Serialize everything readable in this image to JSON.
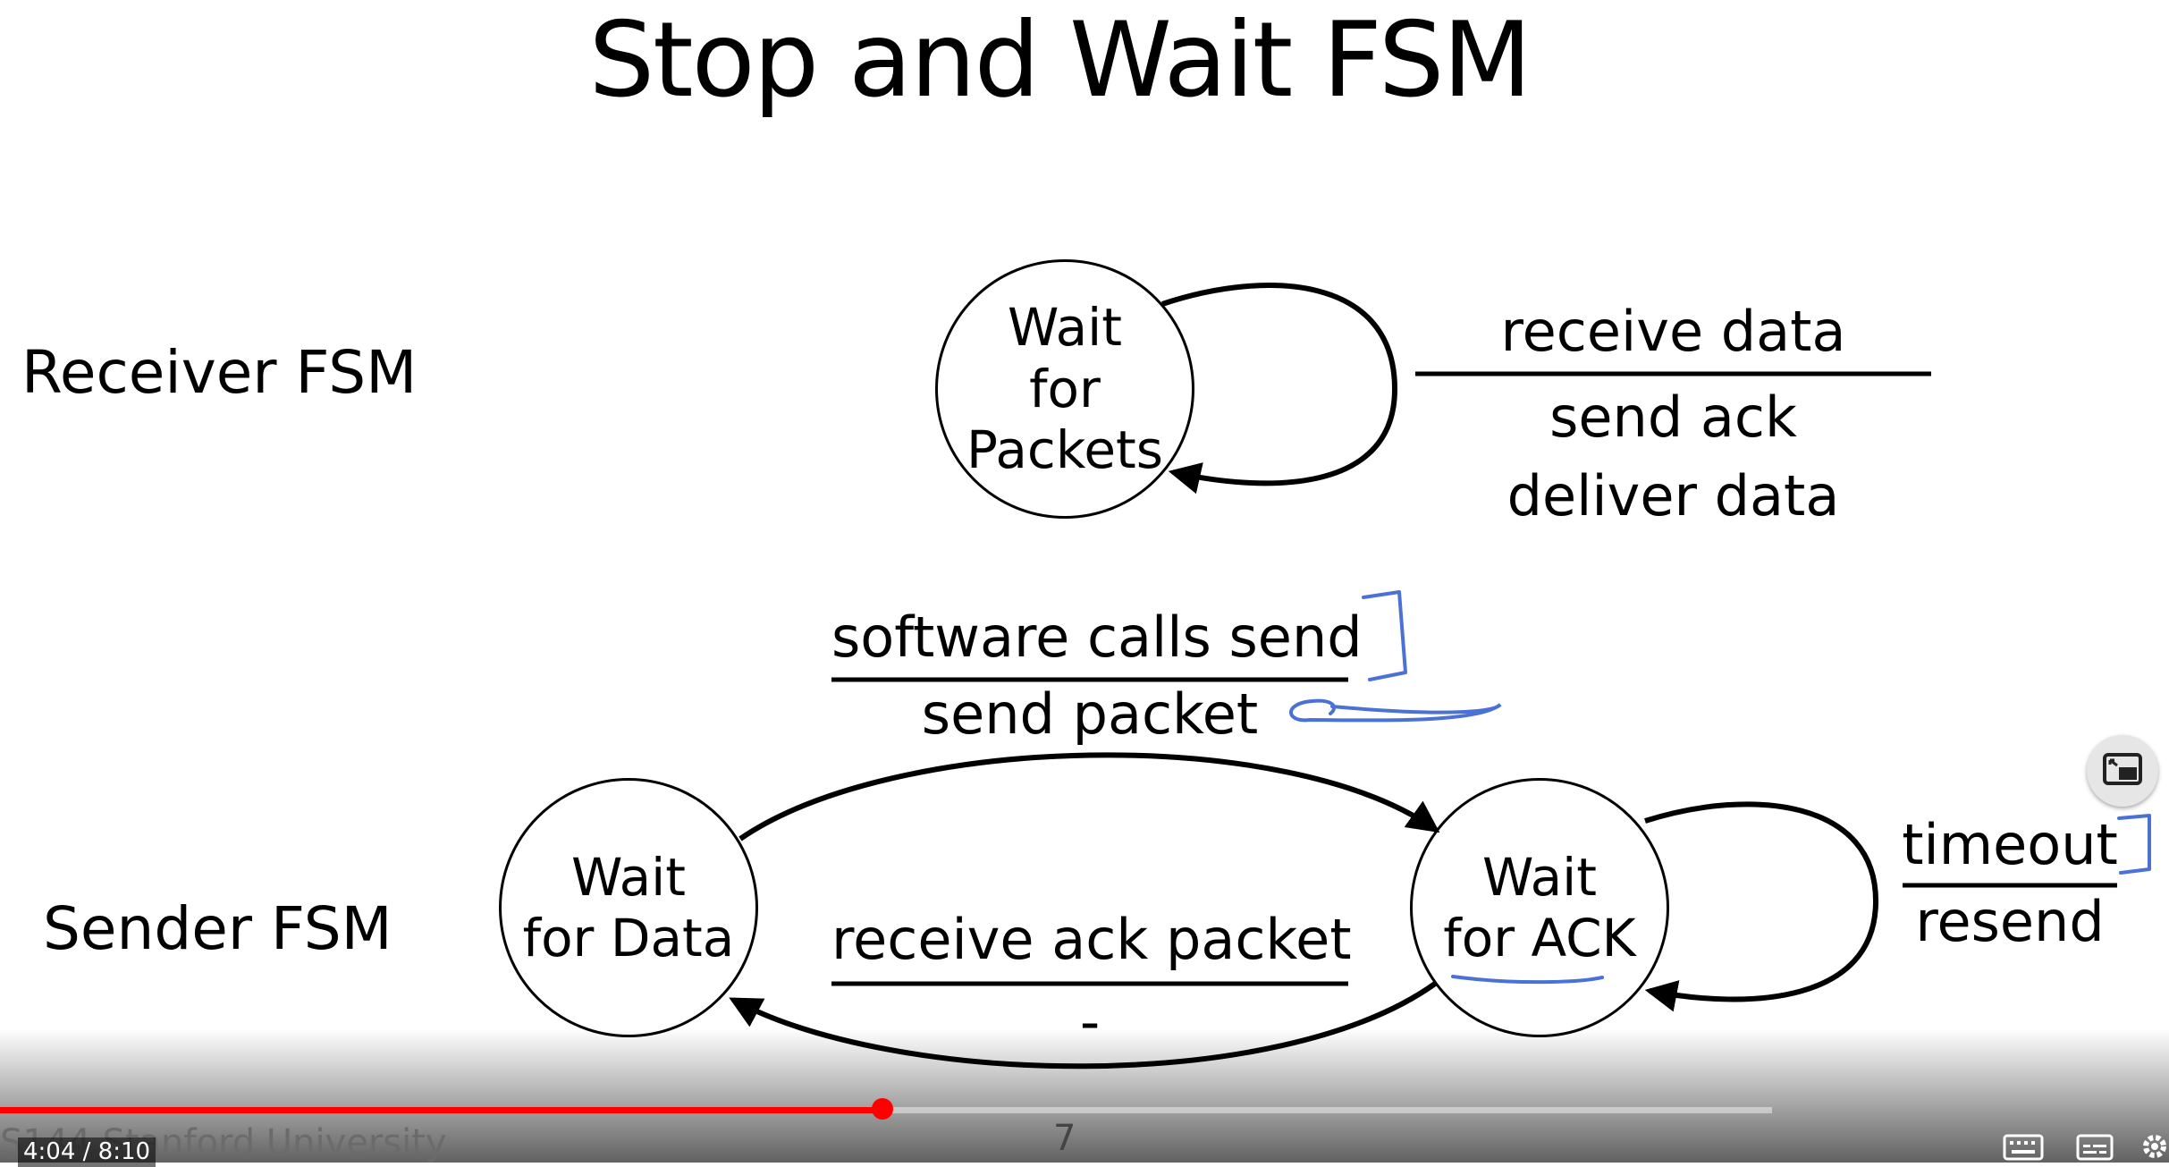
{
  "slide": {
    "title": "Stop and Wait FSM",
    "receiver_label": "Receiver FSM",
    "sender_label": "Sender FSM",
    "receiver": {
      "state": [
        "Wait",
        "for",
        "Packets"
      ],
      "transition": {
        "event": "receive data",
        "actions": [
          "send ack",
          "deliver data"
        ]
      }
    },
    "sender": {
      "state_data": [
        "Wait",
        "for Data"
      ],
      "state_ack": [
        "Wait",
        "for ACK"
      ],
      "send_transition": {
        "event": "software calls send",
        "action": "send packet"
      },
      "ack_transition": {
        "event": "receive ack packet",
        "action": "-"
      },
      "timeout_transition": {
        "event": "timeout",
        "action": "resend"
      }
    },
    "footer": "S144 Stanford University",
    "page_number": "7"
  },
  "player": {
    "time": "4:04 / 8:10",
    "progress_fraction": 0.498
  },
  "colors": {
    "ink": "#000000",
    "annotation": "#4a72d6",
    "progress": "#ff0000"
  },
  "icons": [
    "pip-icon",
    "keyboard-icon",
    "subtitles-icon",
    "settings-gear-icon"
  ]
}
